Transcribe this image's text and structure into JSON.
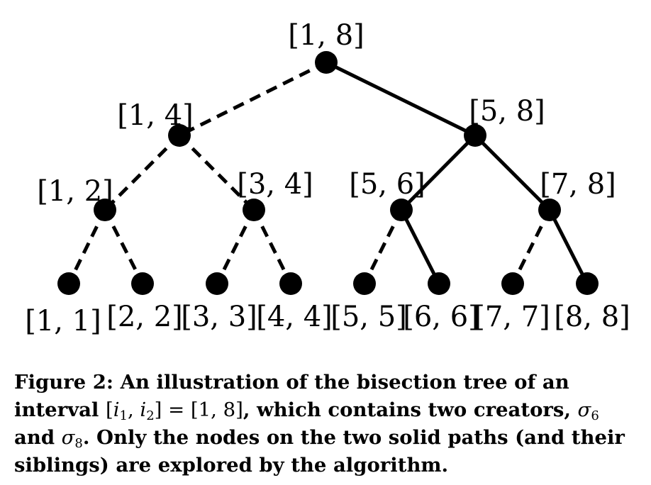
{
  "tree": {
    "nodes": [
      {
        "id": "n18",
        "label": "[1, 8]",
        "parent": null
      },
      {
        "id": "n14",
        "label": "[1, 4]",
        "parent": "n18",
        "edge": "dashed"
      },
      {
        "id": "n58",
        "label": "[5, 8]",
        "parent": "n18",
        "edge": "solid"
      },
      {
        "id": "n12",
        "label": "[1, 2]",
        "parent": "n14",
        "edge": "dashed"
      },
      {
        "id": "n34",
        "label": "[3, 4]",
        "parent": "n14",
        "edge": "dashed"
      },
      {
        "id": "n56",
        "label": "[5, 6]",
        "parent": "n58",
        "edge": "solid"
      },
      {
        "id": "n78",
        "label": "[7, 8]",
        "parent": "n58",
        "edge": "solid"
      },
      {
        "id": "n11",
        "label": "[1, 1]",
        "parent": "n12",
        "edge": "dashed"
      },
      {
        "id": "n22",
        "label": "[2, 2]",
        "parent": "n12",
        "edge": "dashed"
      },
      {
        "id": "n33",
        "label": "[3, 3]",
        "parent": "n34",
        "edge": "dashed"
      },
      {
        "id": "n44",
        "label": "[4, 4]",
        "parent": "n34",
        "edge": "dashed"
      },
      {
        "id": "n55",
        "label": "[5, 5]",
        "parent": "n56",
        "edge": "dashed"
      },
      {
        "id": "n66",
        "label": "[6, 6]",
        "parent": "n56",
        "edge": "solid"
      },
      {
        "id": "n77",
        "label": "[7, 7]",
        "parent": "n78",
        "edge": "dashed"
      },
      {
        "id": "n88",
        "label": "[8, 8]",
        "parent": "n78",
        "edge": "solid"
      }
    ]
  },
  "caption": {
    "prefix": "Figure 2:",
    "part1": "An illustration of the bisection tree of an interval",
    "math_interval_open": "[",
    "math_i": "i",
    "math_sub1": "1",
    "math_comma": ", ",
    "math_sub2": "2",
    "math_equals": "] = [1, 8]",
    "part2": ", which contains two creators,",
    "sigma": "σ",
    "sigma_sub_a": "6",
    "part3": "and",
    "sigma_sub_b": "8",
    "part4": ". Only the nodes on the two solid paths (and their siblings) are explored by the algorithm."
  }
}
